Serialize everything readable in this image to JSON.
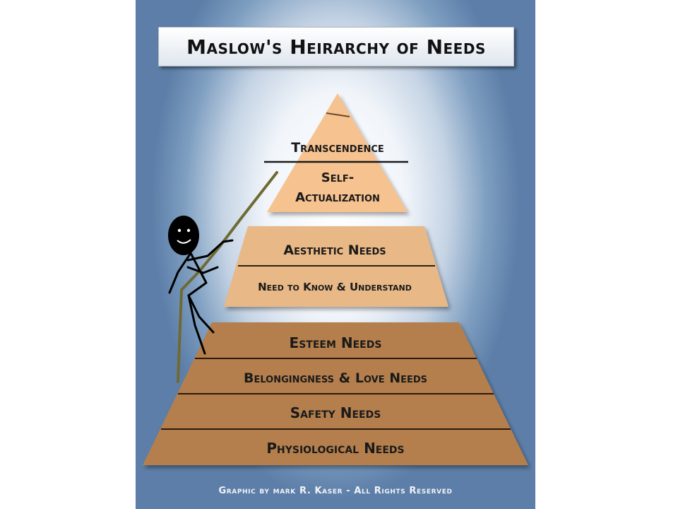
{
  "title": "Maslow's Heirarchy of Needs",
  "levels": {
    "transcendence": "Transcendence",
    "self_actualization_line1": "Self-",
    "self_actualization_line2": "Actualization",
    "aesthetic": "Aesthetic Needs",
    "know_understand": "Need to Know & Understand",
    "esteem": "Esteem Needs",
    "belonging": "Belongingness & Love Needs",
    "safety": "Safety Needs",
    "physiological": "Physiological Needs"
  },
  "credit": "Graphic by mark R. Kaser - All Rights Reserved",
  "colors": {
    "frame_blue": "#5c7ea8",
    "top_tier": "#f6c28f",
    "middle_tier": "#e8b886",
    "bottom_tier": "#b47f4e",
    "stick_figure": "#000000",
    "rope": "#6f6a33"
  }
}
